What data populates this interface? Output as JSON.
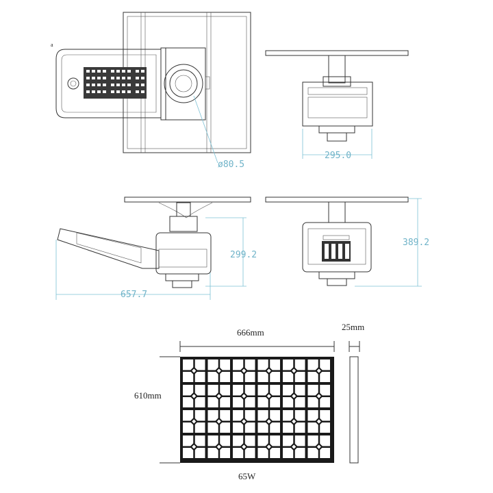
{
  "top_view": {
    "marker": "a",
    "diameter_label": "ø80.5"
  },
  "front_view": {
    "width_label": "295.0"
  },
  "side_view": {
    "height_label": "299.2",
    "length_label": "657.7"
  },
  "rear_view": {
    "height_label": "389.2"
  },
  "panel": {
    "width_label": "666mm",
    "thickness_label": "25mm",
    "height_label": "610mm",
    "power_label": "65W"
  },
  "colors": {
    "line": "#333333",
    "dimension": "#6fb3c8",
    "panel_fill": "#ffffff"
  }
}
